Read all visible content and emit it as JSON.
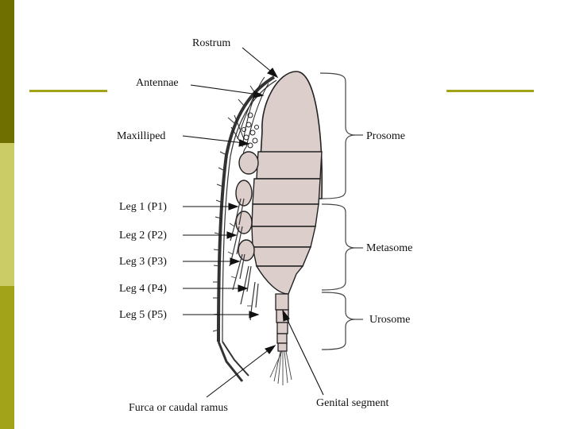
{
  "slide": {
    "colors": {
      "background": "#ffffff",
      "sidebar_top": "#6f6f00",
      "sidebar_mid": "#cccc66",
      "sidebar_bottom": "#a3a31a",
      "rule": "#a3a31a",
      "body_fill": "#dccfcb",
      "outline": "#222222"
    }
  },
  "diagram": {
    "labels": {
      "rostrum": "Rostrum",
      "antennae": "Antennae",
      "maxilliped": "Maxilliped",
      "leg1": "Leg 1 (P1)",
      "leg2": "Leg 2 (P2)",
      "leg3": "Leg 3 (P3)",
      "leg4": "Leg 4 (P4)",
      "leg5": "Leg 5 (P5)",
      "furca": "Furca or caudal ramus",
      "genital": "Genital segment",
      "prosome": "Prosome",
      "metasome": "Metasome",
      "urosome": "Urosome"
    }
  }
}
